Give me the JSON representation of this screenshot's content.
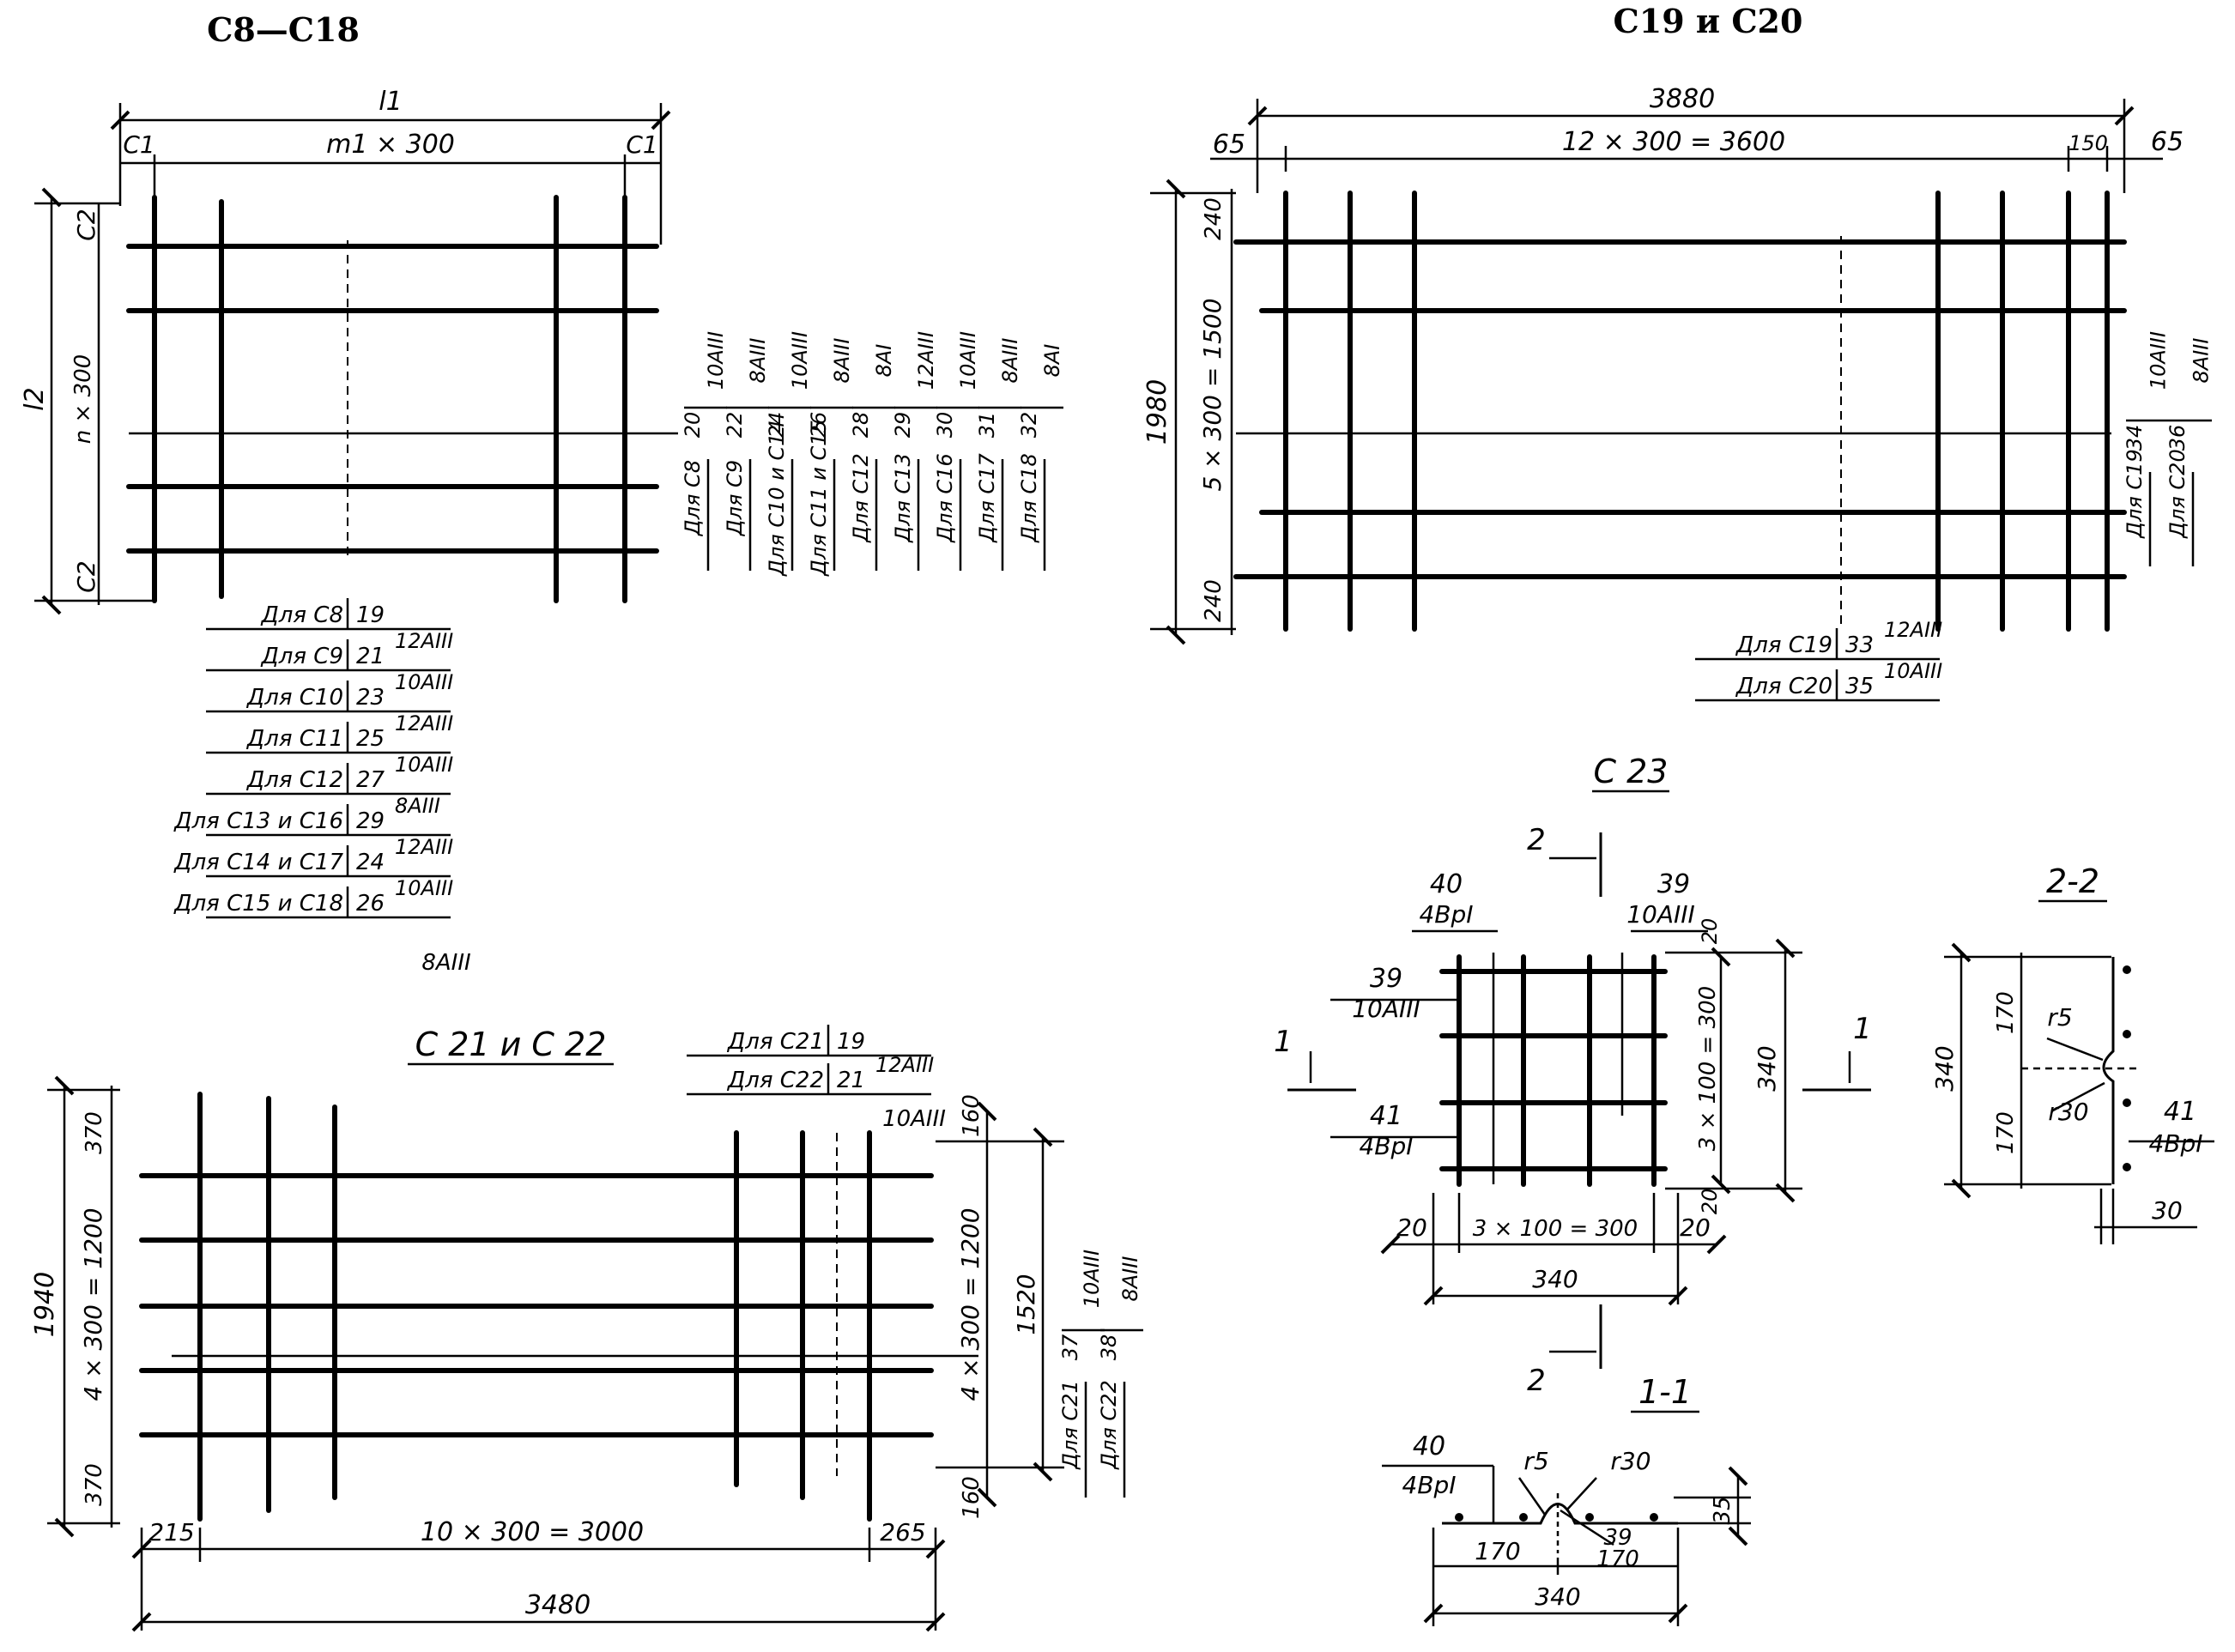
{
  "headings": {
    "c8_c18": "C8—C18",
    "c19_c20": "C19 и C20",
    "c21_c22": "C 21  и  C 22",
    "c23": "C 23",
    "sec22": "2-2",
    "sec11": "1-1"
  },
  "c8": {
    "l1": "l1",
    "m1x300": "m1 × 300",
    "c1": "C1",
    "c2": "C2",
    "l2": "l2",
    "nx300": "n × 300",
    "vtable": [
      {
        "for": "Для C8",
        "num": "20",
        "bar": "10AIII"
      },
      {
        "for": "Для C9",
        "num": "22",
        "bar": "8AIII"
      },
      {
        "for": "Для C10 и C14",
        "num": "24",
        "bar": "10AIII"
      },
      {
        "for": "Для C11 и C15",
        "num": "26",
        "bar": "8AIII"
      },
      {
        "for": "Для C12",
        "num": "28",
        "bar": "8AI"
      },
      {
        "for": "Для C13",
        "num": "29",
        "bar": "12AIII"
      },
      {
        "for": "Для C16",
        "num": "30",
        "bar": "10AIII"
      },
      {
        "for": "Для C17",
        "num": "31",
        "bar": "8AIII"
      },
      {
        "for": "Для C18",
        "num": "32",
        "bar": "8AI"
      }
    ],
    "htable": [
      {
        "for": "Для C8",
        "num": "19",
        "bar": ""
      },
      {
        "for": "Для C9",
        "num": "21",
        "bar": "12AIII"
      },
      {
        "for": "Для C10",
        "num": "23",
        "bar": "10AIII"
      },
      {
        "for": "Для C11",
        "num": "25",
        "bar": "12AIII"
      },
      {
        "for": "Для C12",
        "num": "27",
        "bar": "10AIII"
      },
      {
        "for": "Для C13 и C16",
        "num": "29",
        "bar": "8AIII"
      },
      {
        "for": "Для C14 и C17",
        "num": "24",
        "bar": "12AIII"
      },
      {
        "for": "Для C15 и C18",
        "num": "26",
        "bar": "10AIII"
      }
    ],
    "htable_last": "8AIII"
  },
  "c19": {
    "total": "3880",
    "span": "12 × 300 = 3600",
    "left": "65",
    "right": "65",
    "d150": "150",
    "height": "1980",
    "vspan": "5 × 300 = 1500",
    "top240": "240",
    "bot240": "240",
    "vtable": [
      {
        "for": "Для C19",
        "num": "34",
        "bar": "10AIII"
      },
      {
        "for": "Для C20",
        "num": "36",
        "bar": "8AIII"
      }
    ],
    "htable": [
      {
        "for": "Для C19",
        "num": "33",
        "bar": "12AIII"
      },
      {
        "for": "Для C20",
        "num": "35",
        "bar": "10AIII"
      }
    ]
  },
  "c21": {
    "height": "1940",
    "vspan": "4 × 300 = 1200",
    "top370": "370",
    "bot370": "370",
    "span": "10 × 300 = 3000",
    "left": "215",
    "right": "265",
    "total": "3480",
    "rspan": "4 × 300 = 1200",
    "r160a": "160",
    "r160b": "160",
    "r1520": "1520",
    "htable": [
      {
        "for": "Для C21",
        "num": "19",
        "bar": ""
      },
      {
        "for": "Для C22",
        "num": "21",
        "bar": "12AIII"
      }
    ],
    "htable_last": "10AIII",
    "vtable": [
      {
        "for": "Для C21",
        "num": "37",
        "bar": "10AIII"
      },
      {
        "for": "Для C22",
        "num": "38",
        "bar": "8AIII"
      }
    ]
  },
  "c23": {
    "cut2": "2",
    "cut1": "1",
    "p40": "40",
    "p40b": "4BpI",
    "p39a": "39",
    "p39ab": "10AIII",
    "p39b": "39",
    "p39bb": "10AIII",
    "p41": "41",
    "p41b": "4BpI",
    "d20t": "20",
    "d300v": "3 × 100 = 300",
    "d340v": "340",
    "d20b": "20",
    "d20l": "20",
    "d300h": "3 × 100 = 300",
    "d20r": "20",
    "d340h": "340"
  },
  "s22": {
    "h340": "340",
    "h170a": "170",
    "h170b": "170",
    "r5": "r5",
    "r30": "r30",
    "p41": "41",
    "p41b": "4BpI",
    "d30": "30"
  },
  "s11": {
    "p40": "40",
    "p40b": "4BpI",
    "r5": "r5",
    "r30": "r30",
    "d35": "35",
    "p39": "39",
    "d170a": "170",
    "d170b": "170",
    "d340": "340"
  }
}
